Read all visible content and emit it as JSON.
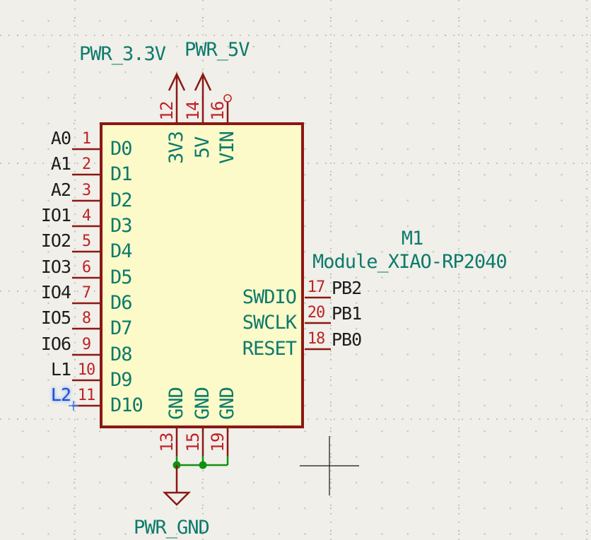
{
  "editor": {
    "type": "schematic-canvas",
    "cursor": "crosshair"
  },
  "colors": {
    "background": "#f0efe9",
    "grid_dot": "#bab9b2",
    "symbol_outline": "#8c1713",
    "symbol_fill": "#fcfac8",
    "pin_number": "#bf2227",
    "pin_name": "#0d7a6c",
    "field_text": "#0d7a6c",
    "net_label": "#1d1d1d",
    "wire": "#119111",
    "junction": "#119111",
    "selected_label": "#2a4bd7"
  },
  "component": {
    "reference": "M1",
    "value": "Module_XIAO-RP2040"
  },
  "power_flags": {
    "v33": "PWR_3.3V",
    "v5": "PWR_5V",
    "gnd": "PWR_GND"
  },
  "pins": {
    "left": [
      {
        "number": "1",
        "name": "D0",
        "net": "A0"
      },
      {
        "number": "2",
        "name": "D1",
        "net": "A1"
      },
      {
        "number": "3",
        "name": "D2",
        "net": "A2"
      },
      {
        "number": "4",
        "name": "D3",
        "net": "IO1"
      },
      {
        "number": "5",
        "name": "D4",
        "net": "IO2"
      },
      {
        "number": "6",
        "name": "D5",
        "net": "IO3"
      },
      {
        "number": "7",
        "name": "D6",
        "net": "IO4"
      },
      {
        "number": "8",
        "name": "D7",
        "net": "IO5"
      },
      {
        "number": "9",
        "name": "D8",
        "net": "IO6"
      },
      {
        "number": "10",
        "name": "D9",
        "net": "L1"
      },
      {
        "number": "11",
        "name": "D10",
        "net": "L2",
        "selected": true
      }
    ],
    "right": [
      {
        "number": "17",
        "name": "SWDIO",
        "net": "PB2"
      },
      {
        "number": "20",
        "name": "SWCLK",
        "net": "PB1"
      },
      {
        "number": "18",
        "name": "RESET",
        "net": "PB0"
      }
    ],
    "top": [
      {
        "number": "12",
        "name": "3V3"
      },
      {
        "number": "14",
        "name": "5V"
      },
      {
        "number": "16",
        "name": "VIN",
        "unconnected": true
      }
    ],
    "bottom": [
      {
        "number": "13",
        "name": "GND"
      },
      {
        "number": "15",
        "name": "GND"
      },
      {
        "number": "19",
        "name": "GND"
      }
    ]
  }
}
